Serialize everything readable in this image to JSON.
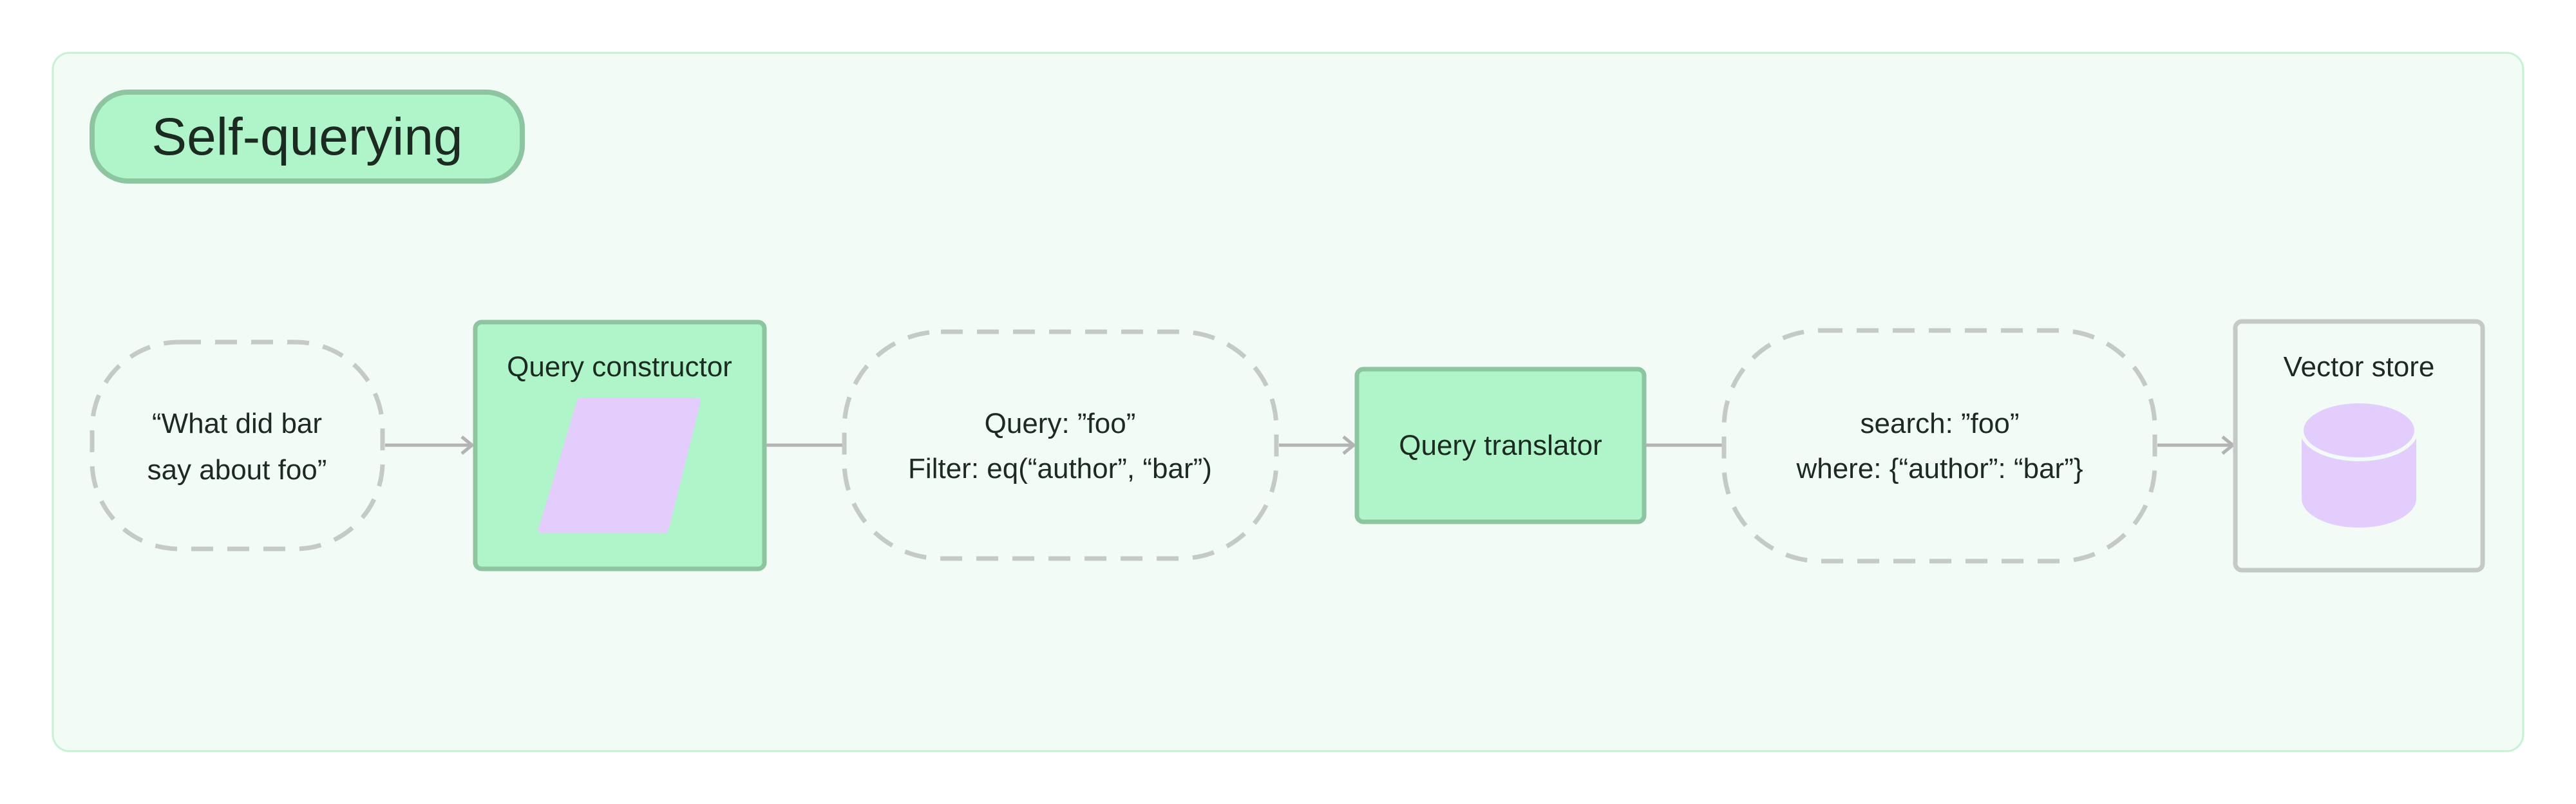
{
  "title": "Self-querying",
  "nodes": {
    "question": {
      "lines": [
        "“What did bar",
        "say about foo”"
      ]
    },
    "query_constructor": {
      "label": "Query constructor"
    },
    "structured_query": {
      "lines": [
        "Query: ”foo”",
        "Filter: eq(“author”, “bar”)"
      ]
    },
    "query_translator": {
      "label": "Query translator"
    },
    "translated_query": {
      "lines": [
        "search: ”foo”",
        "where: {“author”: “bar”}"
      ]
    },
    "vector_store": {
      "label": "Vector store"
    }
  },
  "colors": {
    "panel_bg": "#f2fbf5",
    "panel_border": "#c6f1d5",
    "green_fill": "#aff5c9",
    "green_border": "#8dc5a0",
    "purple": "#e3cdfd",
    "dashed_gray": "#c5cac6",
    "arrow_gray": "#b3b3b3"
  },
  "icons": [
    "parallelogram-shape",
    "cylinder-database-icon"
  ]
}
